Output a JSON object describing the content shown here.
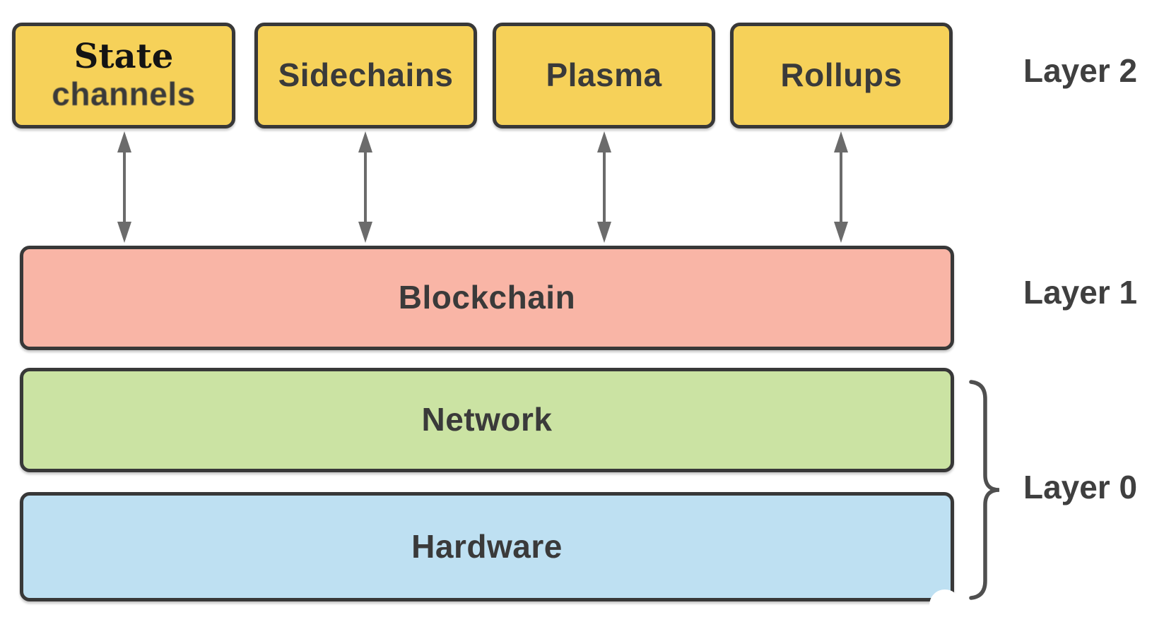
{
  "colors": {
    "canvas-bg": "#ffffff",
    "l2-box-fill": "#F6D159",
    "l1-box-fill": "#F9B5A6",
    "network-box-fill": "#CBE3A3",
    "hardware-box-fill": "#BEE0F2",
    "box-border": "#383838",
    "box-text": "#3A3A3A",
    "state-text": "#141414",
    "arrow": "#6B6B6B",
    "brace": "#4F4F4F",
    "label-text": "#3F3F3F"
  },
  "layer2": {
    "label": "Layer 2",
    "boxes": {
      "state_channels": {
        "line1": "State",
        "line2": "channels"
      },
      "sidechains": "Sidechains",
      "plasma": "Plasma",
      "rollups": "Rollups"
    }
  },
  "layer1": {
    "label": "Layer 1",
    "box": "Blockchain"
  },
  "layer0": {
    "label": "Layer 0",
    "network": "Network",
    "hardware": "Hardware"
  }
}
